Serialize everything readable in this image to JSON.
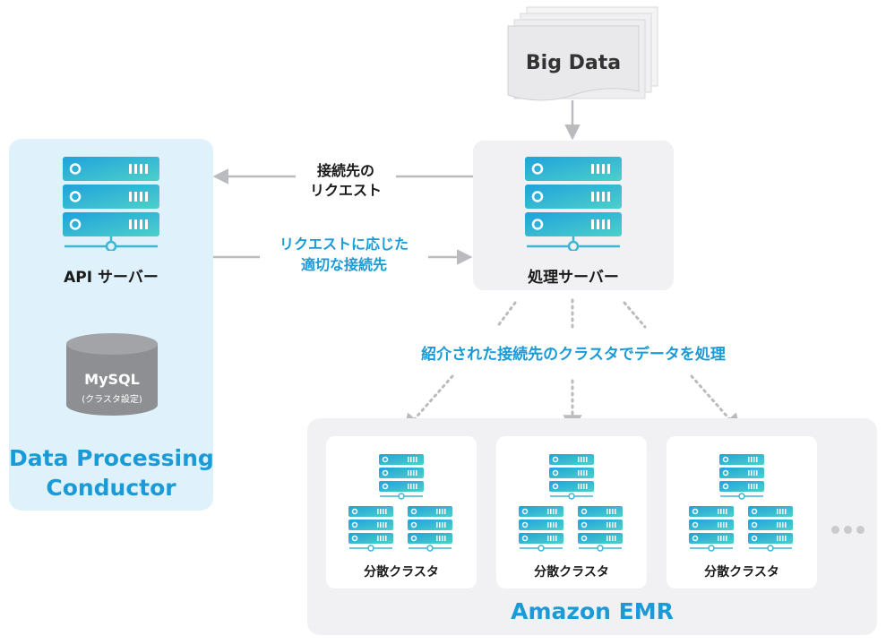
{
  "big_data": {
    "label": "Big Data"
  },
  "dpc": {
    "title_line1": "Data Processing",
    "title_line2": "Conductor",
    "api_server_label": "API サーバー",
    "mysql_label": "MySQL",
    "mysql_sublabel": "(クラスタ設定)"
  },
  "proc": {
    "label": "処理サーバー"
  },
  "arrows": {
    "request_line1": "接続先の",
    "request_line2": "リクエスト",
    "response_line1": "リクエストに応じた",
    "response_line2": "適切な接続先",
    "process_label": "紹介された接続先のクラスタでデータを処理"
  },
  "emr": {
    "title": "Amazon EMR",
    "clusters": [
      {
        "label": "分散クラスタ"
      },
      {
        "label": "分散クラスタ"
      },
      {
        "label": "分散クラスタ"
      }
    ]
  },
  "colors": {
    "accent": "#1a9bd7",
    "server_top": "#1fa2dc",
    "server_bottom": "#4dd0c9",
    "panel_blue": "#dff2fb",
    "panel_gray": "#f1f1f3"
  }
}
